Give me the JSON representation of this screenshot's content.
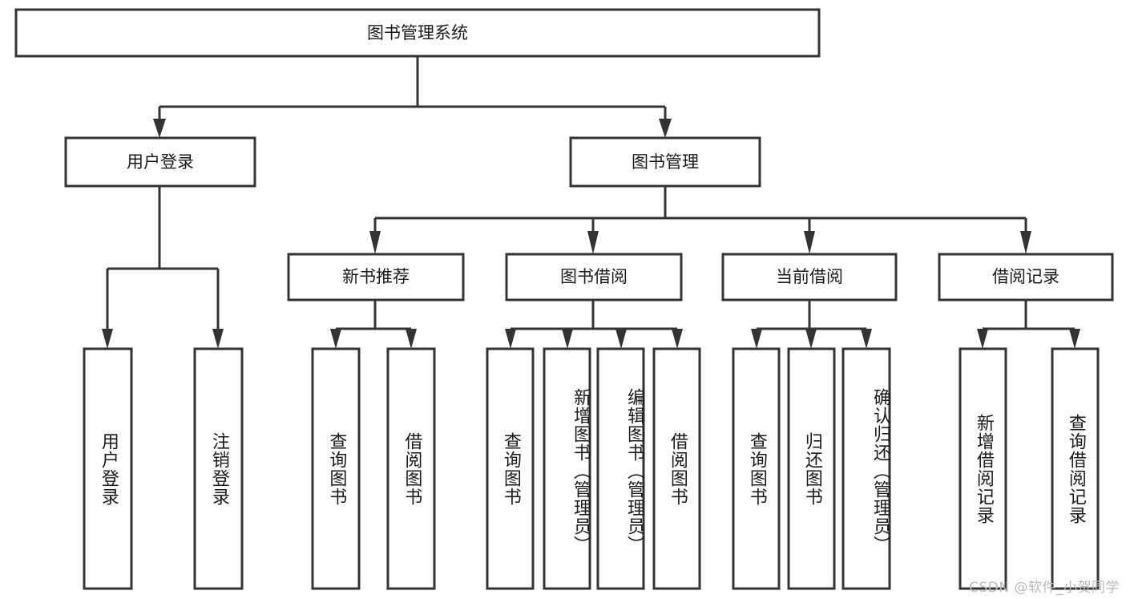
{
  "diagram": {
    "type": "tree",
    "title": "图书管理系统",
    "root": {
      "label": "图书管理系统"
    },
    "level2": [
      {
        "label": "用户登录"
      },
      {
        "label": "图书管理"
      }
    ],
    "level3": [
      {
        "label": "新书推荐"
      },
      {
        "label": "图书借阅"
      },
      {
        "label": "当前借阅"
      },
      {
        "label": "借阅记录"
      }
    ],
    "leaves": {
      "user_login": [
        {
          "label": "用户登录"
        },
        {
          "label": "注销登录"
        }
      ],
      "new_book_recommend": [
        {
          "label": "查询图书"
        },
        {
          "label": "借阅图书"
        }
      ],
      "book_borrow": [
        {
          "label": "查询图书"
        },
        {
          "label": "新增图书（管理员）"
        },
        {
          "label": "编辑图书（管理员）"
        },
        {
          "label": "借阅图书"
        }
      ],
      "current_borrow": [
        {
          "label": "查询图书"
        },
        {
          "label": "归还图书"
        },
        {
          "label": "确认归还（管理员）"
        }
      ],
      "borrow_record": [
        {
          "label": "新增借阅记录"
        },
        {
          "label": "查询借阅记录"
        }
      ]
    }
  },
  "watermark": {
    "text": "CSDN @软件_小贺同学"
  },
  "colors": {
    "stroke": "#333333",
    "box_fill": "#ffffff",
    "text": "#1a1a1a",
    "watermark": "#b9b9b9",
    "background": "#ffffff"
  }
}
